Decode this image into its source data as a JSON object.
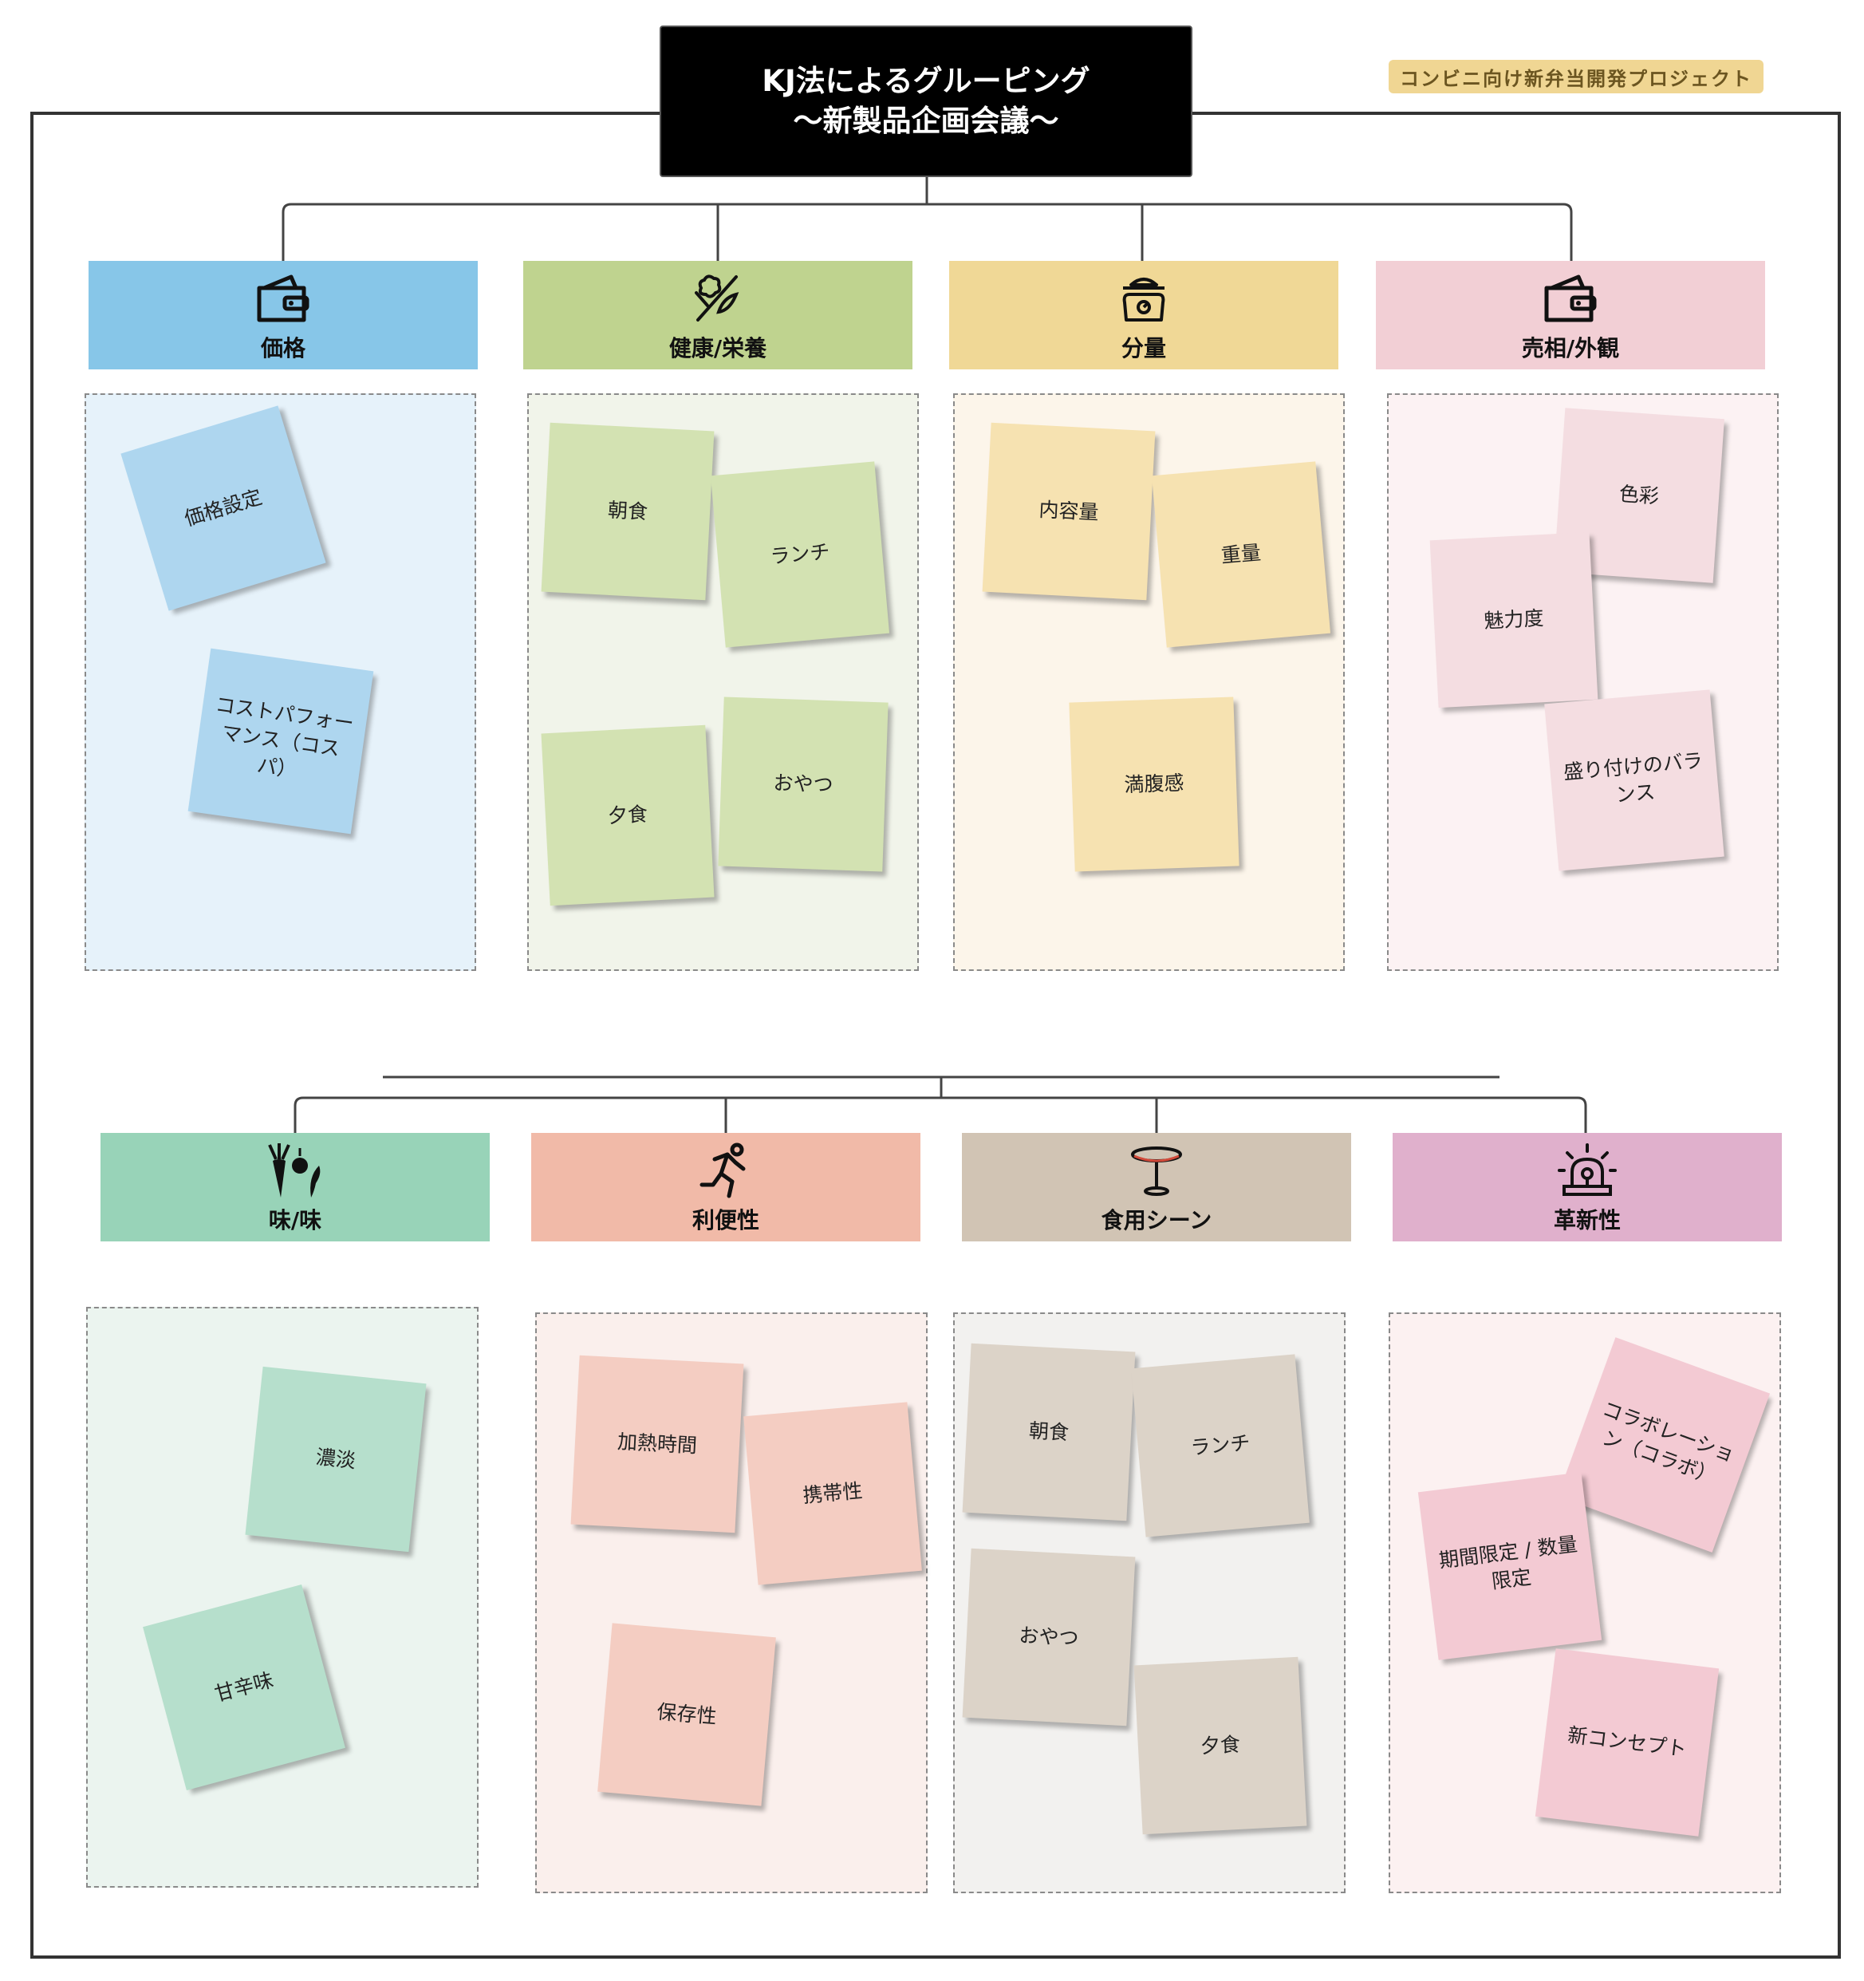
{
  "title": {
    "line1": "KJ法によるグルーピング",
    "line2": "～新製品企画会議～"
  },
  "tag": "コンビニ向け新弁当開発プロジェクト",
  "categories": [
    {
      "label": "価格",
      "icon": "wallet-icon",
      "color": "#87c6e8",
      "zone_color": "#e6f2fa",
      "note_color": "#aed6ef",
      "notes": [
        "価格設定",
        "コストパフォーマンス（コスパ）"
      ]
    },
    {
      "label": "健康/栄養",
      "icon": "vegetables-icon",
      "color": "#bfd38f",
      "zone_color": "#f1f4ea",
      "note_color": "#d3e2b2",
      "notes": [
        "朝食",
        "ランチ",
        "夕食",
        "おやつ"
      ]
    },
    {
      "label": "分量",
      "icon": "scale-icon",
      "color": "#f0d896",
      "zone_color": "#fcf5ea",
      "note_color": "#f6e2b1",
      "notes": [
        "内容量",
        "重量",
        "満腹感"
      ]
    },
    {
      "label": "売相/外観",
      "icon": "wallet-icon",
      "color": "#f2cfd5",
      "zone_color": "#fcf2f3",
      "note_color": "#f4dde1",
      "notes": [
        "色彩",
        "魅力度",
        "盛り付けのバランス"
      ]
    },
    {
      "label": "味/味",
      "icon": "vegetables-icon",
      "color": "#98d3b8",
      "zone_color": "#ebf4ef",
      "note_color": "#b6dfcc",
      "notes": [
        "濃淡",
        "甘辛味"
      ]
    },
    {
      "label": "利便性",
      "icon": "running-person-icon",
      "color": "#f1baa8",
      "zone_color": "#faefec",
      "note_color": "#f4cdc2",
      "notes": [
        "加熱時間",
        "携帯性",
        "保存性"
      ]
    },
    {
      "label": "食用シーン",
      "icon": "table-icon",
      "color": "#d1c4b4",
      "zone_color": "#f2f1ef",
      "note_color": "#dcd3c8",
      "notes": [
        "朝食",
        "ランチ",
        "おやつ",
        "夕食"
      ]
    },
    {
      "label": "革新性",
      "icon": "alarm-light-icon",
      "color": "#e0b0cc",
      "zone_color": "#fcf1f1",
      "note_color": "#f3cad3",
      "notes": [
        "コラボレーション（コラボ）",
        "期間限定 / 数量限定",
        "新コンセプト"
      ]
    }
  ]
}
